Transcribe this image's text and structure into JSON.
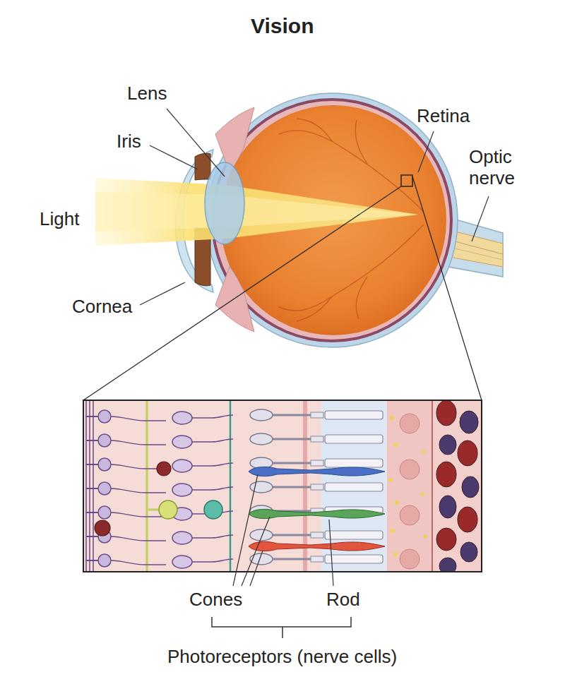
{
  "diagram": {
    "title": "Vision",
    "labels": [
      "Lens",
      "Iris",
      "Light",
      "Cornea",
      "Retina",
      "Optic nerve",
      "Cones",
      "Rod",
      "Photoreceptors (nerve cells)"
    ]
  }
}
